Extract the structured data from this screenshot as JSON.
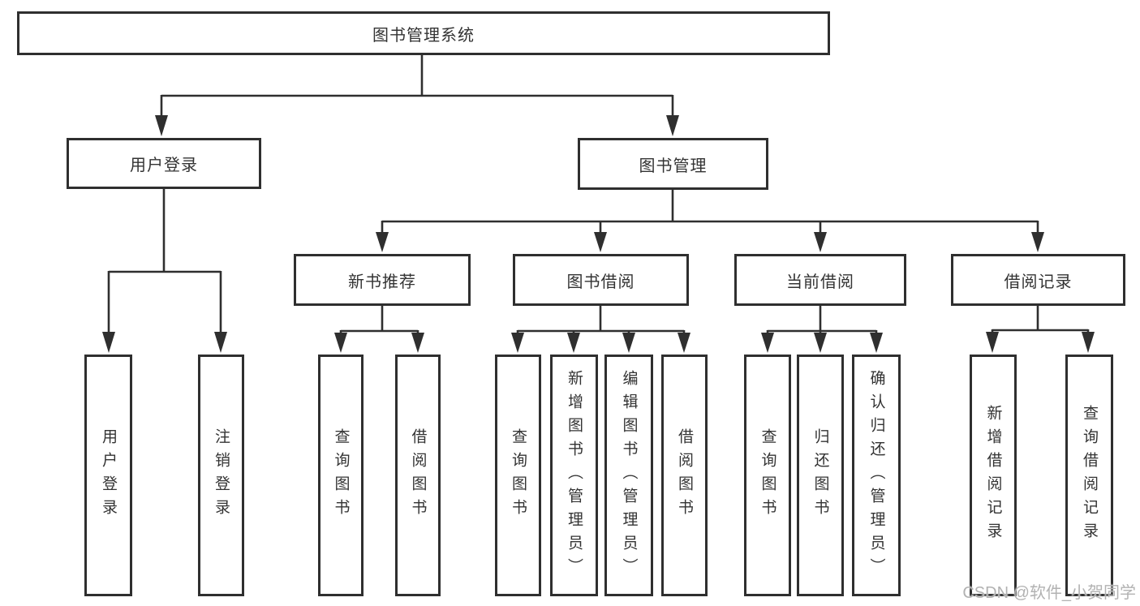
{
  "diagram_title": "图书管理系统",
  "tree": {
    "label": "图书管理系统",
    "children": [
      {
        "label": "用户登录",
        "children": [
          {
            "label": "用户登录"
          },
          {
            "label": "注销登录"
          }
        ]
      },
      {
        "label": "图书管理",
        "children": [
          {
            "label": "新书推荐",
            "children": [
              {
                "label": "查询图书"
              },
              {
                "label": "借阅图书"
              }
            ]
          },
          {
            "label": "图书借阅",
            "children": [
              {
                "label": "查询图书"
              },
              {
                "label": "新增图书（管理员）"
              },
              {
                "label": "编辑图书（管理员）"
              },
              {
                "label": "借阅图书"
              }
            ]
          },
          {
            "label": "当前借阅",
            "children": [
              {
                "label": "查询图书"
              },
              {
                "label": "归还图书"
              },
              {
                "label": "确认归还（管理员）"
              }
            ]
          },
          {
            "label": "借阅记录",
            "children": [
              {
                "label": "新增借阅记录"
              },
              {
                "label": "查询借阅记录"
              }
            ]
          }
        ]
      }
    ]
  },
  "watermark": {
    "text": "CSDN @软件_小贺同学"
  },
  "colors": {
    "line": "#2f2f2f",
    "text": "#333333",
    "box_background": "#ffffff",
    "watermark": "#b2b2b2",
    "background": "#ffffff"
  }
}
